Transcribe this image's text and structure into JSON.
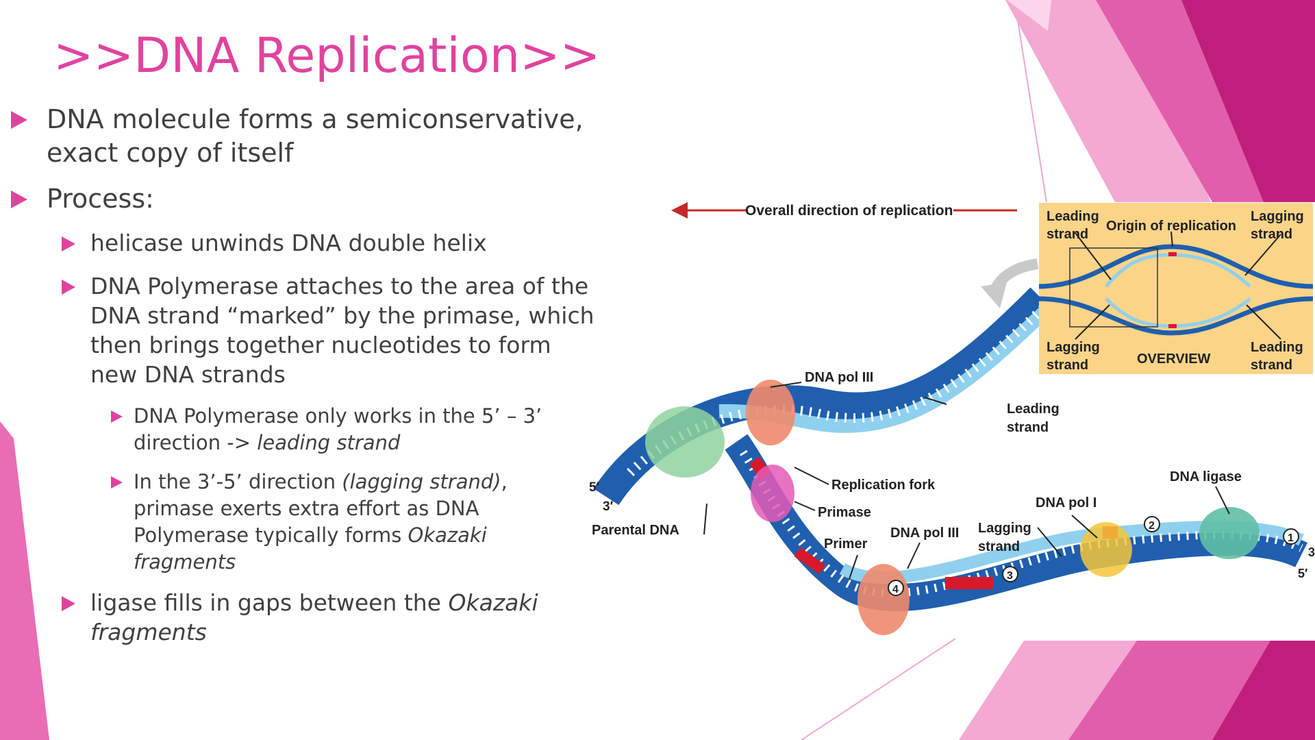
{
  "slide": {
    "title": ">>DNA Replication>>",
    "accent_color": "#e0439e",
    "bullets": {
      "semiconservative": {
        "line1": "DNA molecule forms a semiconservative,",
        "line2": "exact copy of itself"
      },
      "process": "Process:",
      "helicase": "helicase unwinds DNA double helix",
      "polymerase": {
        "line1": "DNA Polymerase attaches to the area of the",
        "line2": "DNA strand “marked” by the primase, which",
        "line3": "then brings together nucleotides to form",
        "line4": "new DNA strands"
      },
      "direction_53": {
        "line1": "DNA Polymerase only works in the 5’ – 3’",
        "line2_prefix": "direction -> ",
        "line2_italic": "leading strand"
      },
      "direction_35": {
        "line1_prefix": "In the 3’-5’ direction ",
        "line1_italic": "(lagging strand)",
        "line1_suffix": ",",
        "line2": "primase exerts extra effort as DNA",
        "line3_prefix": "Polymerase typically forms ",
        "line3_italic": "Okazaki",
        "line4_italic": "fragments"
      },
      "ligase": {
        "line1_prefix": "ligase fills in gaps between the ",
        "line1_italic": "Okazaki",
        "line2_italic": "fragments"
      }
    }
  },
  "diagram": {
    "overall_direction": "Overall direction of replication",
    "dna_pol_iii_top": "DNA pol III",
    "leading_strand_1": "Leading",
    "leading_strand_2": "strand",
    "replication_fork": "Replication fork",
    "primase": "Primase",
    "parental_dna": "Parental DNA",
    "end_5_left": "5′",
    "end_3_left": "3′",
    "primer": "Primer",
    "dna_pol_iii_bottom": "DNA pol III",
    "lagging_strand_1": "Lagging",
    "lagging_strand_2": "strand",
    "dna_pol_i": "DNA pol I",
    "dna_ligase": "DNA ligase",
    "end_3_right": "3",
    "end_5_right": "5′",
    "step_1": "1",
    "step_2": "2",
    "step_3": "3",
    "step_4": "4",
    "overview": {
      "leading_tl_1": "Leading",
      "leading_tl_2": "strand",
      "origin": "Origin of replication",
      "lagging_tr_1": "Lagging",
      "lagging_tr_2": "strand",
      "lagging_bl_1": "Lagging",
      "lagging_bl_2": "strand",
      "title": "OVERVIEW",
      "leading_br_1": "Leading",
      "leading_br_2": "strand"
    },
    "colors": {
      "parental": "#1f5fae",
      "new_strand": "#8fd0ee",
      "primer": "#d8192b",
      "overview_bg": "#fbd488",
      "pol3": "#ef8a6c",
      "primase": "#e35bb6",
      "helicase": "#8fd39d",
      "pol1": "#f5c53a",
      "ligase": "#5fbfa5"
    }
  }
}
